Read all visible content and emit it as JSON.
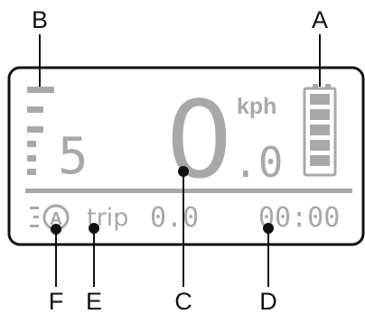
{
  "display": {
    "speed_integer": "0",
    "speed_decimal": ".0",
    "speed_unit": "kph",
    "assist_level": "5",
    "mode_symbol": "A",
    "trip_label": "trip",
    "trip_value": "0.0",
    "time_value": "00:00",
    "battery_bars": 5
  },
  "callouts": {
    "A": "A",
    "B": "B",
    "C": "C",
    "D": "D",
    "E": "E",
    "F": "F"
  },
  "colors": {
    "lcd_segment": "#a8a8a8",
    "frame": "#111111",
    "callout_line": "#111111"
  }
}
